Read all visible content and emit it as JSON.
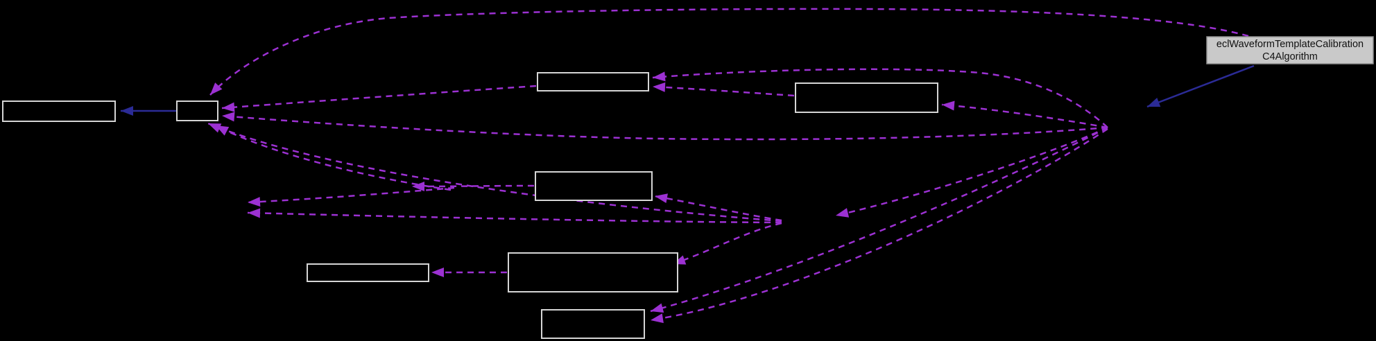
{
  "graph": {
    "type": "collaboration-diagram",
    "main_node": {
      "label_line1": "eclWaveformTemplateCalibration",
      "label_line2": "C4Algorithm"
    },
    "nodes": [
      {
        "name": "node-box-left-wide",
        "label": ""
      },
      {
        "name": "node-box-left-small",
        "label": ""
      },
      {
        "name": "node-box-top-middle",
        "label": ""
      },
      {
        "name": "node-box-top-right",
        "label": ""
      },
      {
        "name": "node-box-center",
        "label": ""
      },
      {
        "name": "node-box-bottom-left",
        "label": ""
      },
      {
        "name": "node-box-bottom-large",
        "label": ""
      },
      {
        "name": "node-box-bottom-small",
        "label": ""
      }
    ],
    "colors": {
      "background": "#000000",
      "box_border": "#d6d6d6",
      "box_fill": "#000000",
      "main_fill": "#c9c9c9",
      "main_border": "#8f8f8f",
      "main_text": "#111111",
      "usage_edge": "#9c31d2",
      "inheritance_edge": "#2b2b96"
    }
  }
}
